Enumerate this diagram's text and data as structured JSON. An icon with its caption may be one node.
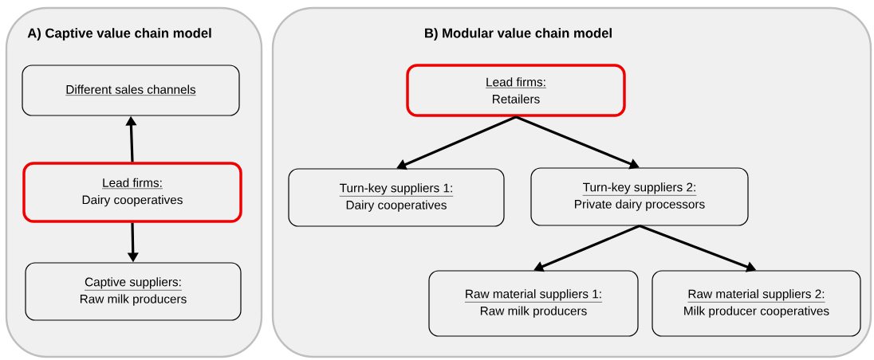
{
  "diagram": {
    "nodes": [
      {
        "text": [
          "A) Captive value chain model"
        ]
      },
      {
        "text": [
          "Different sales channels"
        ],
        "in": 0
      },
      {
        "text": [
          "Lead firms:",
          "Dairy cooperatives"
        ],
        "in": 0
      },
      {
        "text": [
          "Captive suppliers:",
          "Raw milk producers"
        ],
        "in": 0
      },
      {
        "text": [
          "B) Modular value chain model"
        ]
      },
      {
        "text": [
          "Lead firms:",
          "Retailers"
        ],
        "in": 4
      },
      {
        "text": [
          "Turn-key suppliers 1:",
          "Dairy cooperatives"
        ],
        "in": 4
      },
      {
        "text": [
          "Turn-key suppliers 2:",
          "Private dairy processors"
        ],
        "in": 4
      },
      {
        "text": [
          "Raw material suppliers 1:",
          "Raw milk producers"
        ],
        "in": 4
      },
      {
        "text": [
          "Raw material suppliers 2:",
          "Milk producer cooperatives"
        ],
        "in": 4
      }
    ],
    "edges": [
      {
        "from": 2,
        "to": 1,
        "arrow": "to"
      },
      {
        "from": 2,
        "to": 3,
        "arrow": "to"
      },
      {
        "from": 5,
        "to": 6,
        "arrow": "to"
      },
      {
        "from": 5,
        "to": 7,
        "arrow": "to"
      },
      {
        "from": 7,
        "to": 8,
        "arrow": "to"
      },
      {
        "from": 7,
        "to": 9,
        "arrow": "to"
      }
    ]
  }
}
